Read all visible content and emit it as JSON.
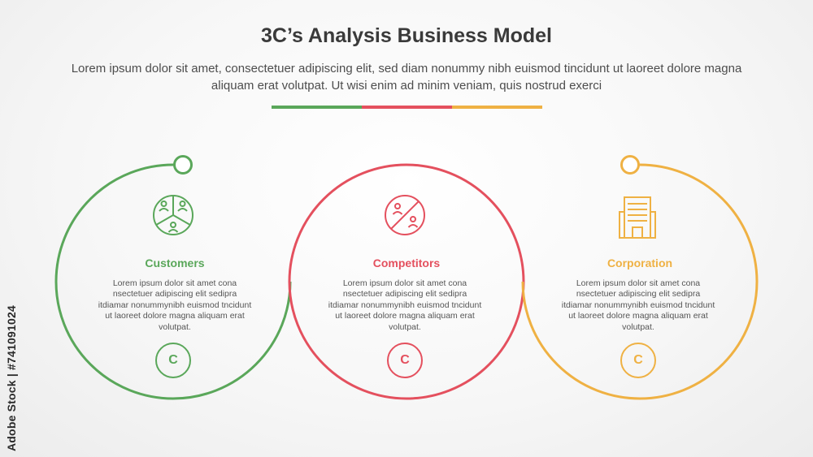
{
  "header": {
    "title": "3C’s Analysis Business Model",
    "subtitle": "Lorem ipsum dolor sit amet, consectetuer adipiscing elit, sed diam nonummy nibh euismod tincidunt ut laoreet dolore magna aliquam erat volutpat. Ut wisi enim ad minim veniam, quis nostrud exerci"
  },
  "colors": {
    "green": "#5aa75a",
    "red": "#e4505e",
    "orange": "#efb143"
  },
  "items": [
    {
      "label": "Customers",
      "icon": "customers-pie-icon",
      "description": "Lorem ipsum dolor sit amet cona nsectetuer adipiscing elit sedipra itdiamar nonummynibh euismod tncidunt ut laoreet dolore magna aliquam erat volutpat.",
      "badge": "C"
    },
    {
      "label": "Competitors",
      "icon": "competitors-prohibited-icon",
      "description": "Lorem ipsum dolor sit amet cona nsectetuer adipiscing elit sedipra itdiamar nonummynibh euismod tncidunt ut laoreet dolore magna aliquam erat volutpat.",
      "badge": "C"
    },
    {
      "label": "Corporation",
      "icon": "building-icon",
      "description": "Lorem ipsum dolor sit amet cona nsectetuer adipiscing elit sedipra itdiamar nonummynibh euismod tncidunt ut laoreet dolore magna aliquam erat volutpat.",
      "badge": "C"
    }
  ],
  "watermark": {
    "side_text": "Adobe Stock | #741091024"
  }
}
